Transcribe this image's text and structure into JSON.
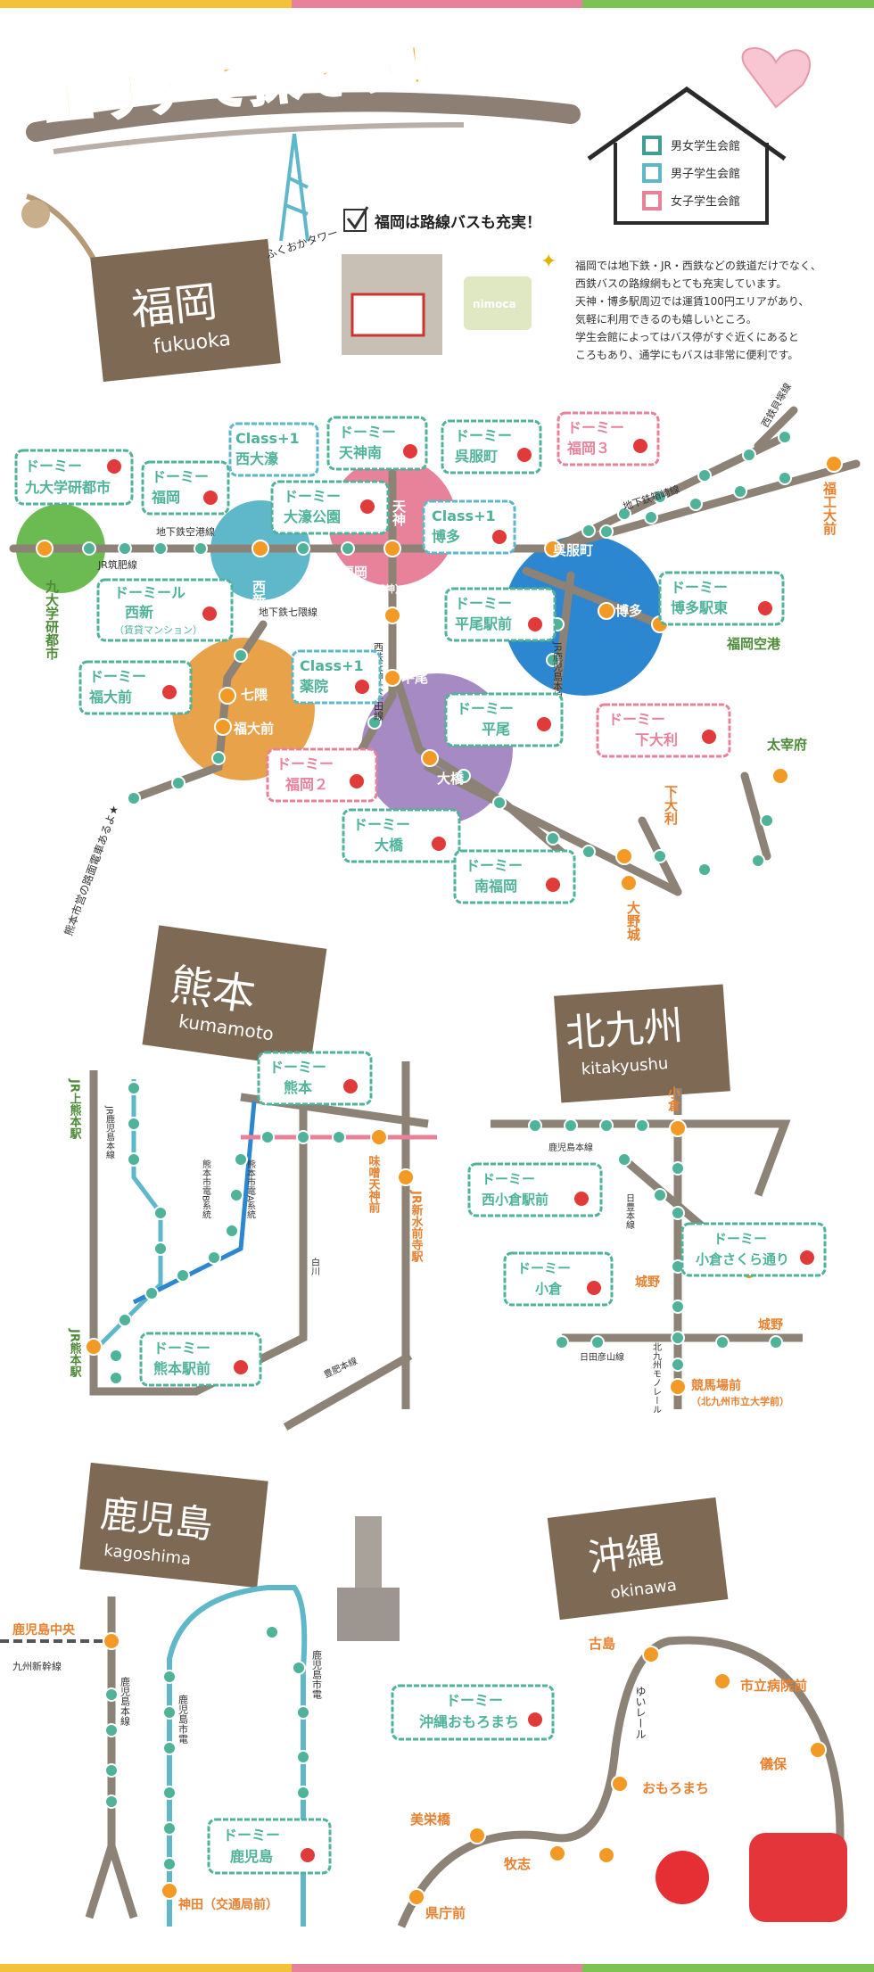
{
  "page_title": "エリアで探そう！",
  "legend": [
    {
      "label": "男女学生会館",
      "color": "#3f9d94"
    },
    {
      "label": "男子学生会館",
      "color": "#5fb8c9"
    },
    {
      "label": "女子学生会館",
      "color": "#e8829a"
    }
  ],
  "colors": {
    "teal": "#3f9d94",
    "orange": "#e8a24a",
    "pink": "#e8829a",
    "blue": "#2d87d0",
    "purple": "#a58ac4",
    "green": "#6cbb52",
    "rail": "#8d8276",
    "kraft": "#7d6954",
    "stationfill": "#4fb39a"
  },
  "fukuoka": {
    "tag_title": "福岡",
    "tag_roman": "fukuoka",
    "ruby": "ふくおかタワー",
    "bus_note": "福岡は路線バスも充実！",
    "card_label": "nimoca",
    "desc": [
      "福岡では地下鉄・JR・西鉄などの鉄道だけでなく、",
      "西鉄バスの路線網もとても充実しています。",
      "天神・博多駅周辺では運賃100円エリアがあり、",
      "気軽に利用できるのも嬉しいところ。",
      "学生会館によってはバス停がすぐ近くにあると",
      "ころもあり、通学にもバスは非常に便利です。"
    ],
    "bubbles": [
      {
        "t1": "ドーミー",
        "t2": "九大学研都市"
      },
      {
        "t1": "ドーミー",
        "t2": "福岡"
      },
      {
        "t1": "Class+1",
        "t2": "西大濠"
      },
      {
        "t1": "ドーミー",
        "t2": "大濠公園"
      },
      {
        "t1": "ドーミー",
        "t2": "天神南"
      },
      {
        "t1": "ドーミー",
        "t2": "呉服町"
      },
      {
        "t1": "ドーミー",
        "t2": "福岡３"
      },
      {
        "t1": "Class+1",
        "t2": "博多"
      },
      {
        "t1": "ドーミール",
        "t2": "西新",
        "t3": "（賃貸マンション）"
      },
      {
        "t1": "ドーミー",
        "t2": "平尾駅前"
      },
      {
        "t1": "ドーミー",
        "t2": "博多駅東"
      },
      {
        "t1": "ドーミー",
        "t2": "福大前"
      },
      {
        "t1": "Class+1",
        "t2": "薬院"
      },
      {
        "t1": "ドーミー",
        "t2": "平尾"
      },
      {
        "t1": "ドーミー",
        "t2": "下大利"
      },
      {
        "t1": "ドーミー",
        "t2": "福岡２"
      },
      {
        "t1": "ドーミー",
        "t2": "大橋"
      },
      {
        "t1": "ドーミー",
        "t2": "南福岡"
      }
    ],
    "labels": {
      "kyudai": "九大学研都市",
      "nishijin": "西新",
      "tenjin": "天神",
      "gofukumachi": "呉服町",
      "hakata": "博多",
      "nishitetsu": "西鉄福岡",
      "nishitetsu_sub": "（天神）",
      "yakuin": "薬院",
      "nanakuma": "七隈",
      "fukudaimae": "福大前",
      "hirao": "平尾",
      "ohashi": "大橋",
      "shimoori": "下大利",
      "onojo": "大野城",
      "dazaifu": "太宰府",
      "airport": "福岡空港",
      "fukukodai": "福工大前",
      "nishitetsukaizuka": "西鉄貝塚線",
      "line_subway_airport": "地下鉄空港線",
      "line_jr_chikuhi": "JR筑肥線",
      "line_subway_nanakuma": "地下鉄七隈線",
      "line_subway_hakozaki": "地下鉄箱崎線",
      "line_nishitetsu_tenjin": "西鉄天神大牟田線",
      "line_jr_kagoshima": "JR鹿児島本線"
    }
  },
  "kumamoto": {
    "tag_title": "熊本",
    "tag_roman": "kumamoto",
    "note": "熊本市営の路面電車あるよ★",
    "bubbles": [
      {
        "t1": "ドーミー",
        "t2": "熊本"
      },
      {
        "t1": "ドーミー",
        "t2": "熊本駅前"
      }
    ],
    "labels": {
      "kamikumamoto": "JR上熊本駅",
      "kagoshima_line": "JR鹿児島本線",
      "tram_b": "熊本市電B系統",
      "tram_a": "熊本市電A系統",
      "misotenjin": "味噌天神前",
      "suizenji": "JR新水前寺駅",
      "shirakawa": "白川",
      "jrkumamoto": "JR熊本駅",
      "toyohi": "豊肥本線"
    }
  },
  "kitakyushu": {
    "tag_title": "北九州",
    "tag_roman": "kitakyushu",
    "bubbles": [
      {
        "t1": "ドーミー",
        "t2": "西小倉駅前"
      },
      {
        "t1": "ドーミー",
        "t2": "小倉さくら通り"
      },
      {
        "t1": "ドーミー",
        "t2": "小倉"
      }
    ],
    "labels": {
      "kokura": "小倉",
      "kagoshima_line": "鹿児島本線",
      "nippo": "日豊本線",
      "jono1": "城野",
      "jono2": "城野",
      "hitahikosan": "日田彦山線",
      "monorail": "北九州モノレール",
      "keibajo": "競馬場前",
      "keibajo_sub": "（北九州市立大学前）"
    }
  },
  "kagoshima": {
    "tag_title": "鹿児島",
    "tag_roman": "kagoshima",
    "bubbles": [
      {
        "t1": "ドーミー",
        "t2": "鹿児島"
      }
    ],
    "labels": {
      "chuo": "鹿児島中央",
      "shinkansen": "九州新幹線",
      "honsen": "鹿児島本線",
      "tram1": "鹿児島市電",
      "tram2": "鹿児島市電",
      "kanda": "神田（交通局前）"
    }
  },
  "okinawa": {
    "tag_title": "沖縄",
    "tag_roman": "okinawa",
    "bubbles": [
      {
        "t1": "ドーミー",
        "t2": "沖縄おもろまち"
      }
    ],
    "labels": {
      "furujima": "古島",
      "shiritsu": "市立病院前",
      "gibo": "儀保",
      "omoromachi": "おもろまち",
      "yuirail": "ゆいレール",
      "miebashi": "美栄橋",
      "makishi": "牧志",
      "kenchomae": "県庁前"
    }
  }
}
